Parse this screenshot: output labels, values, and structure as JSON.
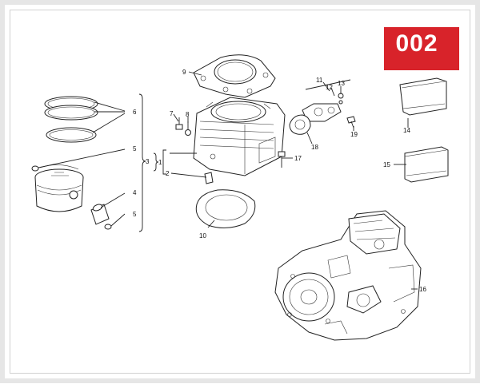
{
  "badge": {
    "label": "002",
    "color": "#d8232a"
  },
  "callouts": {
    "c1": "1",
    "c2": "2",
    "c3": "3",
    "c4": "4",
    "c5a": "5",
    "c5b": "5",
    "c6": "6",
    "c7": "7",
    "c8": "8",
    "c9": "9",
    "c10": "10",
    "c11": "11",
    "c12": "12",
    "c13": "13",
    "c14": "14",
    "c15": "15",
    "c16": "16",
    "c17": "17",
    "c18": "18",
    "c19": "19"
  }
}
